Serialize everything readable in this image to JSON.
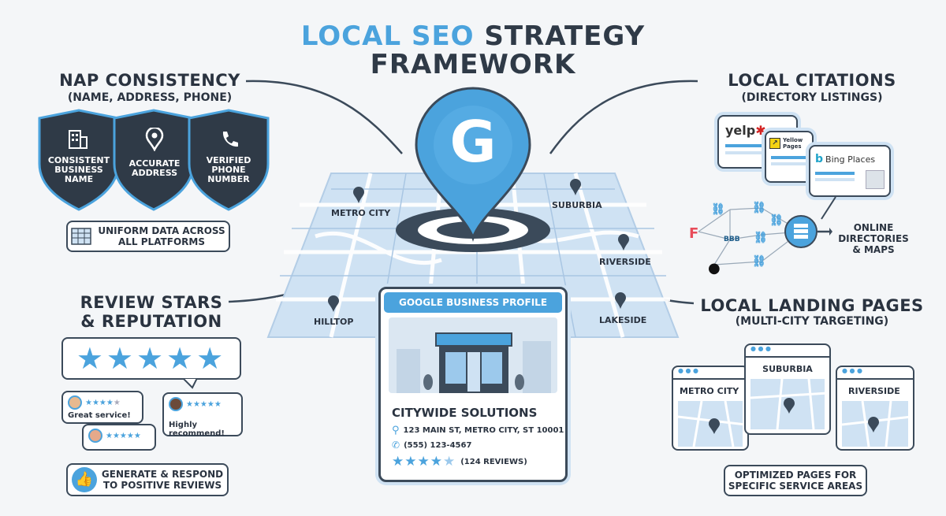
{
  "title": {
    "line1_a": "LOCAL SEO",
    "line1_b": "STRATEGY",
    "line2": "FRAMEWORK"
  },
  "nap": {
    "title": "NAP CONSISTENCY",
    "subtitle": "(NAME, ADDRESS, PHONE)",
    "shields": [
      {
        "icon": "building-icon",
        "label_lines": [
          "CONSISTENT",
          "BUSINESS",
          "NAME"
        ]
      },
      {
        "icon": "location-pin-icon",
        "label_lines": [
          "ACCURATE",
          "ADDRESS"
        ]
      },
      {
        "icon": "phone-icon",
        "label_lines": [
          "VERIFIED",
          "PHONE",
          "NUMBER"
        ]
      }
    ],
    "note_lines": [
      "UNIFORM DATA ACROSS",
      "ALL PLATFORMS"
    ]
  },
  "citations": {
    "title": "LOCAL CITATIONS",
    "subtitle": "(DIRECTORY LISTINGS)",
    "cards": [
      "yelp",
      "Yellow Pages",
      "Bing Places"
    ],
    "note_lines": [
      "ONLINE",
      "DIRECTORIES",
      "& MAPS"
    ]
  },
  "reviews": {
    "title_lines": [
      "REVIEW STARS",
      "& REPUTATION"
    ],
    "bubbles": [
      "Great service!",
      "Highly recommend!"
    ],
    "note_lines": [
      "GENERATE & RESPOND",
      "TO POSITIVE REVIEWS"
    ]
  },
  "landing": {
    "title": "LOCAL LANDING PAGES",
    "subtitle": "(MULTI-CITY TARGETING)",
    "pages": [
      "METRO CITY",
      "SUBURBIA",
      "RIVERSIDE"
    ],
    "note_lines": [
      "OPTIMIZED PAGES FOR",
      "SPECIFIC SERVICE AREAS"
    ]
  },
  "map": {
    "center_letter": "G",
    "cities": [
      "METRO CITY",
      "SUBURBIA",
      "RIVERSIDE",
      "HILLTOP",
      "LAKESIDE"
    ]
  },
  "profile": {
    "header": "GOOGLE BUSINESS PROFILE",
    "name": "CITYWIDE SOLUTIONS",
    "address": "123 MAIN ST, METRO CITY, ST 10001",
    "phone": "(555) 123-4567",
    "reviews": "(124 REVIEWS)",
    "rating": 4.5
  },
  "colors": {
    "accent": "#4ba3dd",
    "dark": "#3b4a5a",
    "map": "#cfe2f3"
  }
}
